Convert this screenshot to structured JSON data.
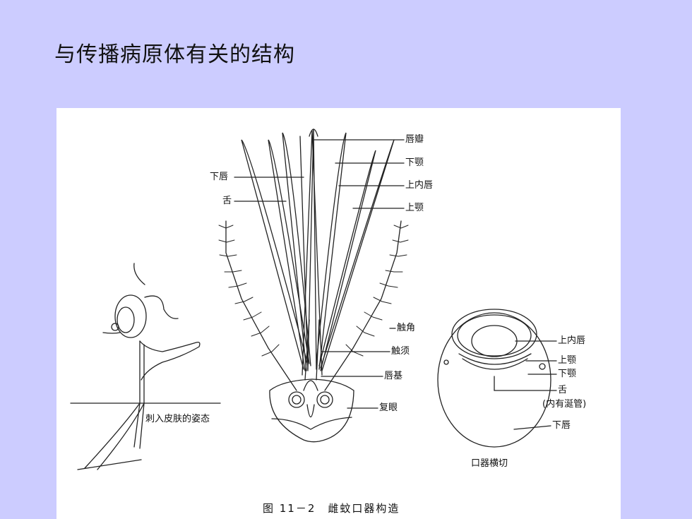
{
  "slide": {
    "title": "与传播病原体有关的结构"
  },
  "figure": {
    "caption": "图 11－2　雌蚊口器构造",
    "head_labels": {
      "lower_lip_left": "下唇",
      "tongue_left": "舌",
      "labella": "唇瓣",
      "maxilla": "下颚",
      "labrum": "上内唇",
      "mandible": "上颚",
      "antenna": "触角",
      "palp": "触须",
      "clypeus": "唇基",
      "compound_eye": "复眼"
    },
    "piercing_label": "刺入皮肤的姿态",
    "cross_section": {
      "title": "口器横切",
      "labrum": "上内唇",
      "mandible": "上颚",
      "maxilla": "下颚",
      "tongue": "舌",
      "salivary_note": "(内有涎管)",
      "lower_lip": "下唇"
    }
  }
}
